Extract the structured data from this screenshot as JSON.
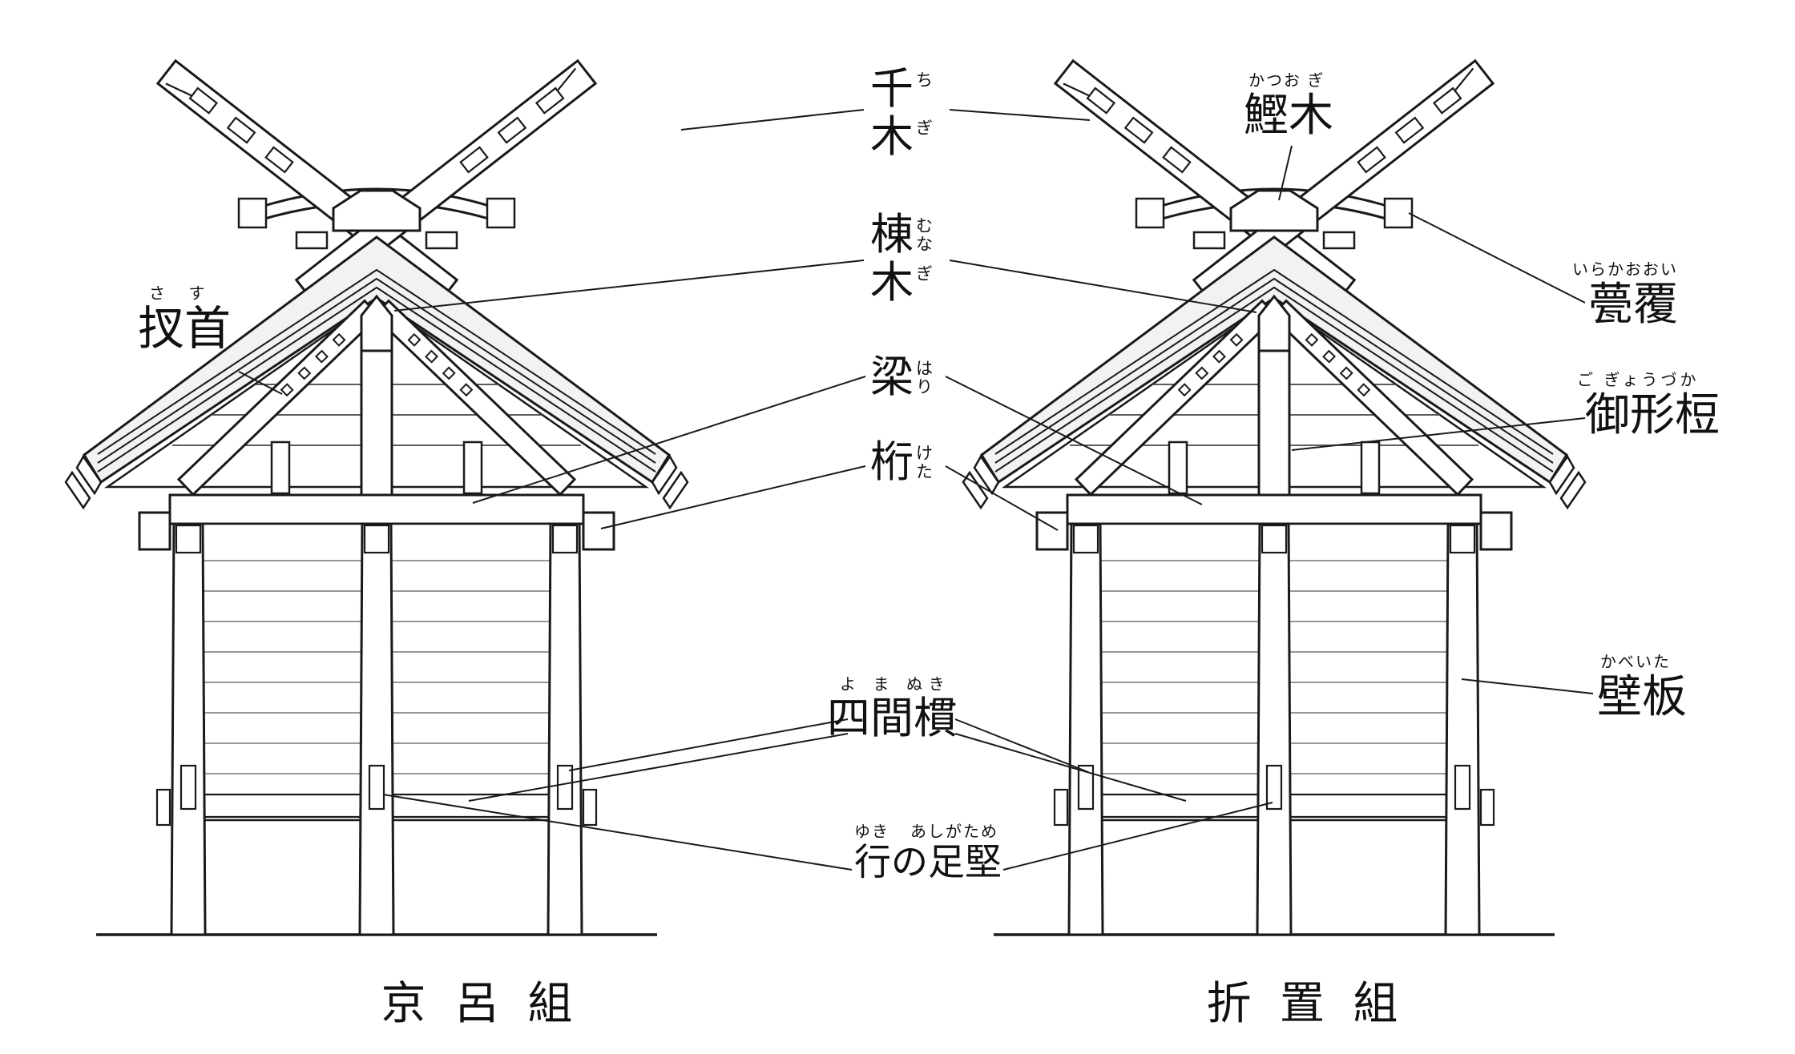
{
  "figure": {
    "title_implicit": "shrine gable construction comparison diagram",
    "colors": {
      "background": "#ffffff",
      "line": "#1a1a1a",
      "roof_fill": "#f2f2f2"
    }
  },
  "vertical_labels": {
    "chigi": {
      "word": "千木",
      "reading": "ちぎ",
      "chars": [
        {
          "k": "千",
          "f": "ち"
        },
        {
          "k": "木",
          "f": "ぎ"
        }
      ]
    },
    "munagi": {
      "word": "棟木",
      "reading": "むなぎ",
      "chars": [
        {
          "k": "棟",
          "f": "むな"
        },
        {
          "k": "木",
          "f": "ぎ"
        }
      ]
    },
    "hari": {
      "word": "梁",
      "reading": "はり",
      "chars": [
        {
          "k": "梁",
          "f": "はり"
        }
      ]
    },
    "keta": {
      "word": "桁",
      "reading": "けた",
      "chars": [
        {
          "k": "桁",
          "f": "けた"
        }
      ]
    }
  },
  "horizontal_labels": {
    "sasu": {
      "furigana": "さ す",
      "kanji": "扠首"
    },
    "katsuogi": {
      "furigana": "かつお ぎ",
      "kanji": "鰹木"
    },
    "irakaooi": {
      "furigana": "いらかおおい",
      "kanji": "甍覆"
    },
    "gogyozuka": {
      "furigana": "ご ぎょうづか",
      "kanji": "御形梪"
    },
    "kabeita": {
      "furigana": "かべいた",
      "kanji": "壁板"
    },
    "yomanuki": {
      "furigana": "よ ま ぬき",
      "kanji": "四間樌"
    },
    "yuki_no_ashigatame": {
      "furigana_yuki": "ゆき",
      "furigana_ashigatame": "あしがため",
      "kanji": "行の足堅"
    }
  },
  "captions": {
    "left": "京 呂 組",
    "right": "折 置 組"
  }
}
